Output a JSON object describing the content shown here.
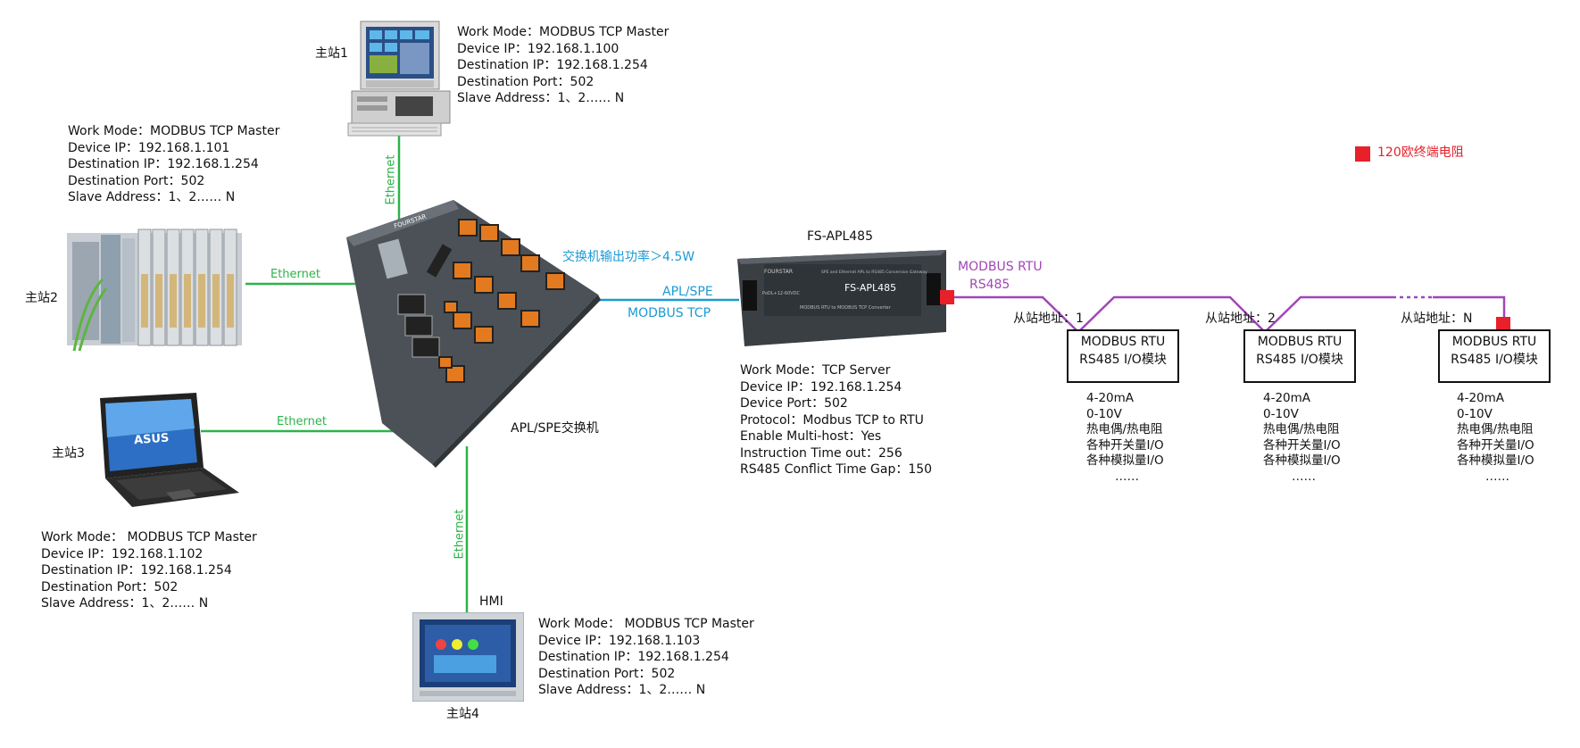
{
  "legend": {
    "text": "120欧终端电阻",
    "color": "#e8202a"
  },
  "stations": {
    "s1": {
      "name": "主站1",
      "info": [
        "Work Mode：MODBUS TCP Master",
        "Device IP：192.168.1.100",
        "Destination IP：192.168.1.254",
        "Destination Port：502",
        "Slave Address：1、2…… N"
      ]
    },
    "s2": {
      "name": "主站2",
      "info": [
        "Work Mode：MODBUS TCP Master",
        "Device IP：192.168.1.101",
        "Destination IP：192.168.1.254",
        "Destination Port：502",
        "Slave Address：1、2…… N"
      ]
    },
    "s3": {
      "name": "主站3",
      "info": [
        "Work Mode： MODBUS TCP Master",
        "Device IP：192.168.1.102",
        "Destination IP：192.168.1.254",
        "Destination Port：502",
        "Slave Address：1、2…… N"
      ]
    },
    "s4": {
      "name": "主站4",
      "hmi": "HMI",
      "info": [
        "Work Mode： MODBUS TCP Master",
        "Device IP：192.168.1.103",
        "Destination IP：192.168.1.254",
        "Destination Port：502",
        "Slave Address：1、2…… N"
      ]
    }
  },
  "links": {
    "ethernet": "Ethernet",
    "apl_spe": "APL/SPE",
    "modbus_tcp": "MODBUS TCP",
    "modbus_rtu": "MODBUS RTU",
    "rs485": "RS485"
  },
  "switch": {
    "name": "APL/SPE交换机",
    "power": "交换机输出功率＞4.5W",
    "brand": "FOURSTAR"
  },
  "converter": {
    "name": "FS-APL485",
    "face_model": "FS-APL485",
    "face_brand": "FOURSTAR",
    "face_desc": "SPE and Ethernet APL to RS485 Conversion Gateway",
    "face_sub": "MODBUS RTU to MODBUS TCP Converter",
    "face_power": "PoDL+12-60VDC",
    "info": [
      "Work Mode：TCP Server",
      "Device IP：192.168.1.254",
      "Device Port：502",
      "Protocol：Modbus TCP to RTU",
      "Enable Multi-host：Yes",
      "Instruction Time out：256",
      "RS485 Conflict Time Gap：150"
    ]
  },
  "slaves": [
    {
      "addr": "从站地址：1",
      "title": "MODBUS RTU",
      "sub": "RS485 I/O模块",
      "io": [
        "4-20mA",
        "0-10V",
        "热电偶/热电阻",
        "各种开关量I/O",
        "各种模拟量I/O",
        "……"
      ]
    },
    {
      "addr": "从站地址：2",
      "title": "MODBUS RTU",
      "sub": "RS485 I/O模块",
      "io": [
        "4-20mA",
        "0-10V",
        "热电偶/热电阻",
        "各种开关量I/O",
        "各种模拟量I/O",
        "……"
      ]
    },
    {
      "addr": "从站地址：N",
      "title": "MODBUS RTU",
      "sub": "RS485 I/O模块",
      "io": [
        "4-20mA",
        "0-10V",
        "热电偶/热电阻",
        "各种开关量I/O",
        "各种模拟量I/O",
        "……"
      ]
    }
  ],
  "colors": {
    "ethernet": "#2db34a",
    "apl": "#1b9ad6",
    "rs485": "#a146b8",
    "resistor": "#e8202a"
  },
  "icons": {
    "pc": "industrial-pc-icon",
    "plc": "plc-rack-icon",
    "laptop": "laptop-icon",
    "hmi": "hmi-panel-icon",
    "switch": "apl-switch-icon",
    "gateway": "gateway-device-icon"
  }
}
